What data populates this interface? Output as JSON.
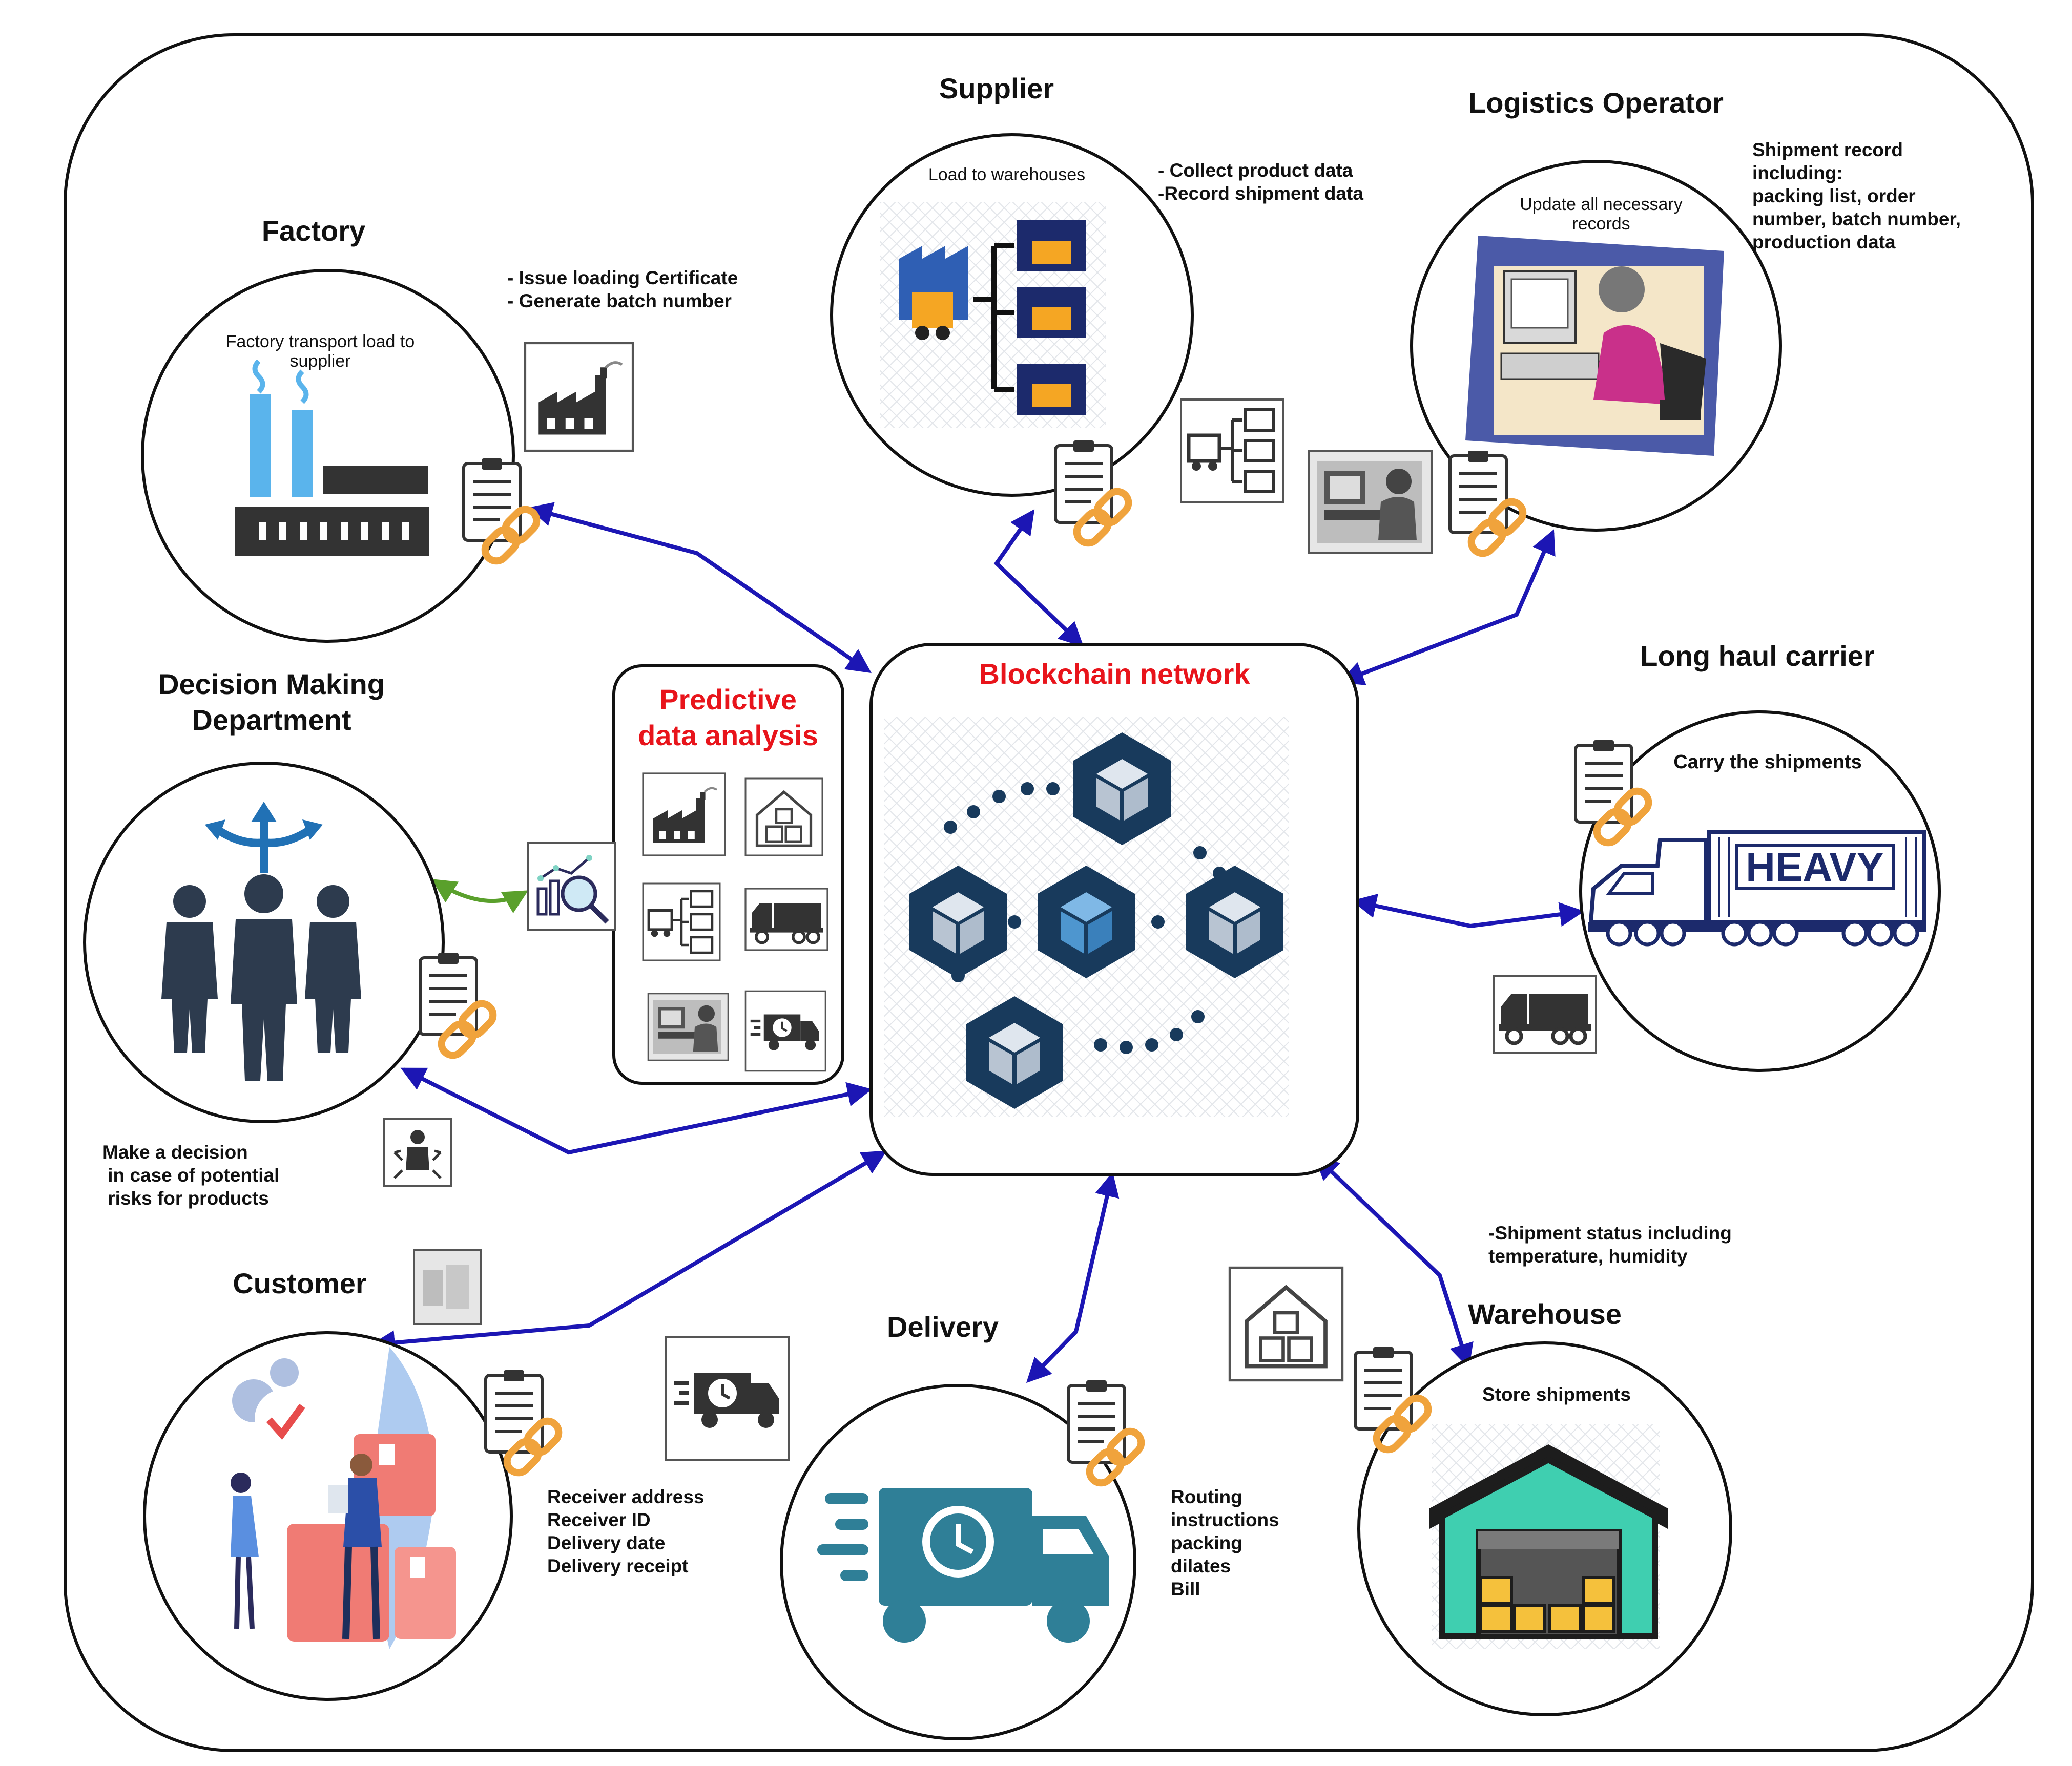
{
  "hub": {
    "title": "Blockchain network",
    "title_color": "#e8141b"
  },
  "predictive": {
    "title_line1": "Predictive",
    "title_line2": "data analysis",
    "icons": [
      "factory-icon",
      "warehouse-icon",
      "supplier-warehouses-icon",
      "truck-icon",
      "operator-computer-icon",
      "delivery-truck-icon"
    ]
  },
  "colors": {
    "arrow": "#1c16b4",
    "decision_arrow": "#5aa02c",
    "block_dark": "#183a5c",
    "block_light": "#4e96cf",
    "title_red": "#e8141b",
    "node_border": "#111111",
    "sky_blue": "#5ab4ec",
    "factory_dark": "#333333"
  },
  "nodes": {
    "factory": {
      "title": "Factory",
      "caption_line1": "Factory transport load to",
      "caption_line2": "supplier",
      "notes": [
        "- Issue loading Certificate",
        "- Generate batch number"
      ]
    },
    "supplier": {
      "title": "Supplier",
      "caption": "Load to warehouses",
      "notes": [
        "- Collect product data",
        "-Record shipment data"
      ]
    },
    "logistics": {
      "title": "Logistics Operator",
      "caption_line1": "Update all  necessary",
      "caption_line2": "records",
      "notes": [
        "Shipment record",
        "including:",
        "packing list, order",
        "number, batch number,",
        "production data"
      ]
    },
    "longhaul": {
      "title": "Long haul carrier",
      "caption": "Carry the shipments",
      "truck_text": "HEAVY"
    },
    "decision": {
      "title_line1": "Decision Making",
      "title_line2": "Department",
      "notes": [
        "Make a decision",
        " in case of potential",
        " risks for products"
      ]
    },
    "customer": {
      "title": "Customer",
      "notes": [
        "Receiver address",
        "Receiver ID",
        "Delivery date",
        "Delivery receipt"
      ]
    },
    "delivery": {
      "title": "Delivery",
      "notes": [
        "Routing",
        "instructions",
        "packing",
        "dilates",
        "Bill"
      ]
    },
    "warehouse": {
      "title": "Warehouse",
      "caption": "Store shipments",
      "notes": [
        "-Shipment status including",
        "temperature, humidity"
      ]
    }
  }
}
